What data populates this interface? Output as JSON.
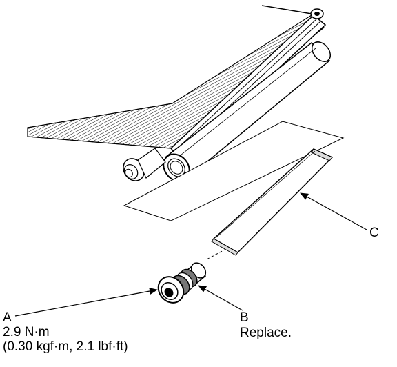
{
  "callouts": {
    "a": {
      "letter": "A",
      "torque_nm": "2.9 N·m",
      "torque_alt": "(0.30 kgf·m, 2.1 lbf·ft)"
    },
    "b": {
      "letter": "B",
      "note": "Replace."
    },
    "c": {
      "letter": "C"
    }
  },
  "colors": {
    "ink": "#000000",
    "paper": "#ffffff"
  }
}
